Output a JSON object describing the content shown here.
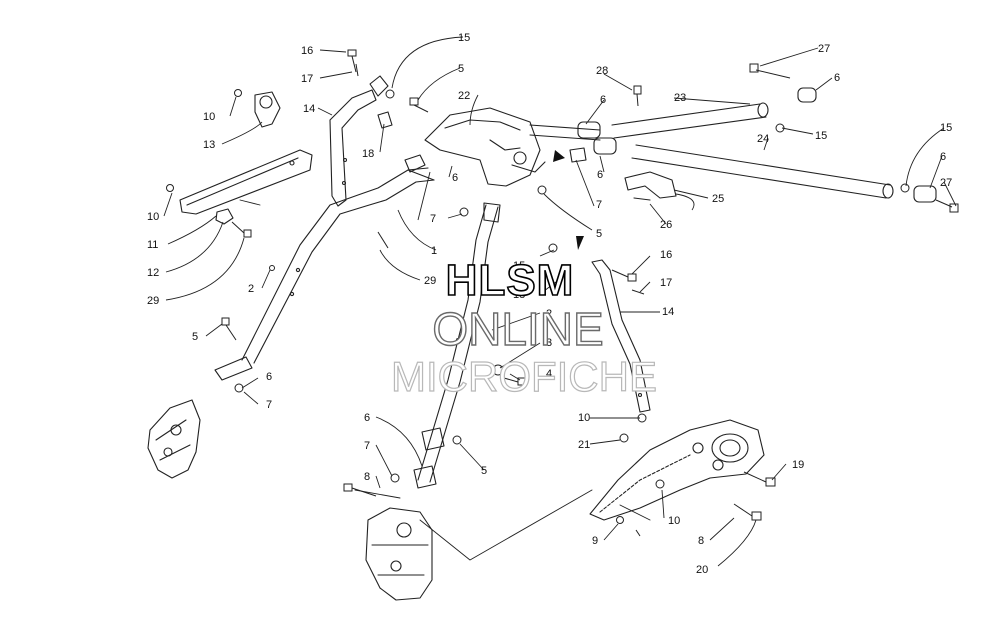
{
  "watermark": {
    "line1": "HLSM",
    "line2": "ONLINE",
    "line3": "MICROFICHE"
  },
  "callouts": [
    "1",
    "2",
    "3",
    "4",
    "5",
    "6",
    "7",
    "8",
    "9",
    "10",
    "11",
    "12",
    "13",
    "14",
    "15",
    "16",
    "17",
    "18",
    "19",
    "20",
    "21",
    "22",
    "23",
    "24",
    "25",
    "26",
    "27",
    "28",
    "29"
  ],
  "colors": {
    "line": "#111111",
    "watermark_stroke": "#000000",
    "background": "#ffffff"
  }
}
